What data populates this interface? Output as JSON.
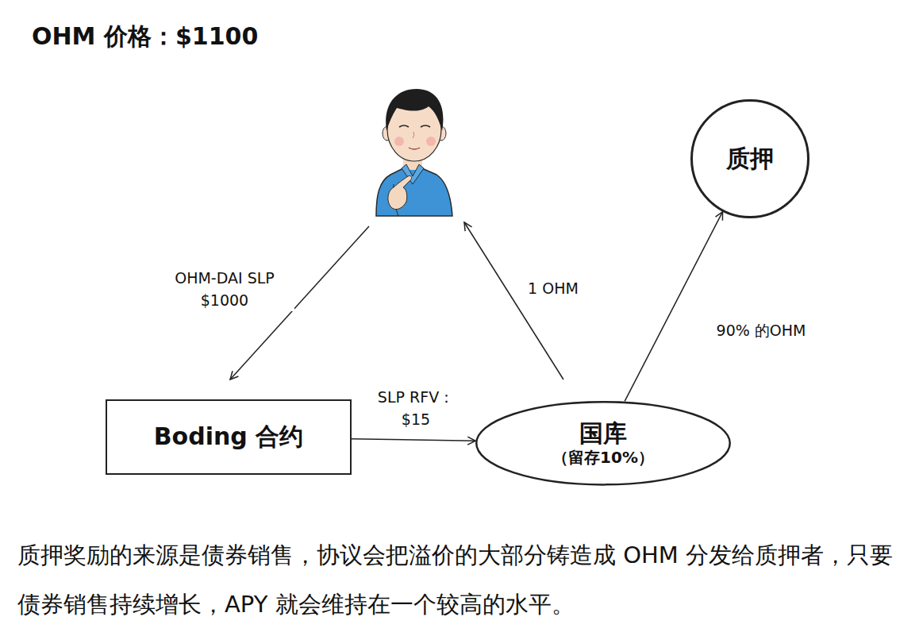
{
  "diagram": {
    "title": "OHM 价格：$1100",
    "caption": "质押奖励的来源是债券销售，协议会把溢价的大部分铸造成 OHM 分发给质押者，只要债券销售持续增长，APY 就会维持在一个较高的水平。",
    "nodes": [
      {
        "text": [
          "质押"
        ]
      },
      {
        "text": [
          "Boding 合约"
        ]
      },
      {
        "text": [
          "国库",
          "（留存10%）"
        ]
      }
    ],
    "edges": [
      {
        "from": 1,
        "to": 2,
        "label": "SLP RFV： $15",
        "arrow": "to"
      },
      {
        "from": 2,
        "to": 0,
        "label": "90% 的OHM",
        "arrow": "to"
      }
    ],
    "labels": [
      "OHM-DAI SLP $1000",
      "1 OHM"
    ]
  }
}
